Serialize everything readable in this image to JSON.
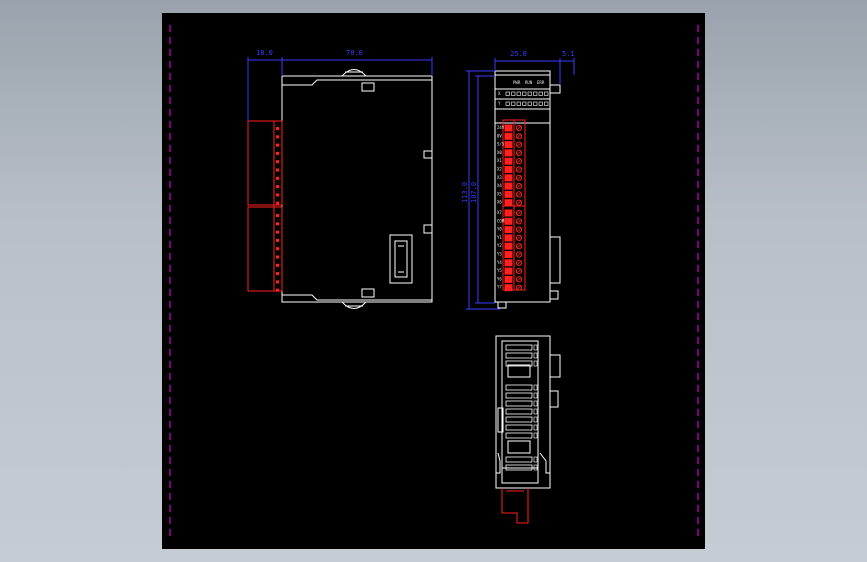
{
  "colors": {
    "background": "#000000",
    "outline": "#ffffff",
    "dimension": "#3b3bff",
    "terminal": "#ff2020",
    "border_dash": "#ff00ff"
  },
  "dimensions": {
    "left_width": "18.0",
    "body_width": "70.0",
    "side_width": "25.0",
    "side_offset": "5.1",
    "height_outer": "113.0",
    "height_inner": "107.0"
  },
  "terminal_labels": [
    "24V",
    "0V",
    "S/S",
    "X0",
    "X1",
    "X2",
    "X3",
    "X4",
    "X5",
    "X6",
    "X7",
    "COM",
    "Y0",
    "Y1",
    "Y2",
    "Y3",
    "Y4",
    "Y5",
    "Y6",
    "Y7"
  ],
  "indicator_labels": {
    "row1": [
      "PWR",
      "RUN",
      "ERR"
    ],
    "row2": [
      "X",
      "Y"
    ]
  }
}
